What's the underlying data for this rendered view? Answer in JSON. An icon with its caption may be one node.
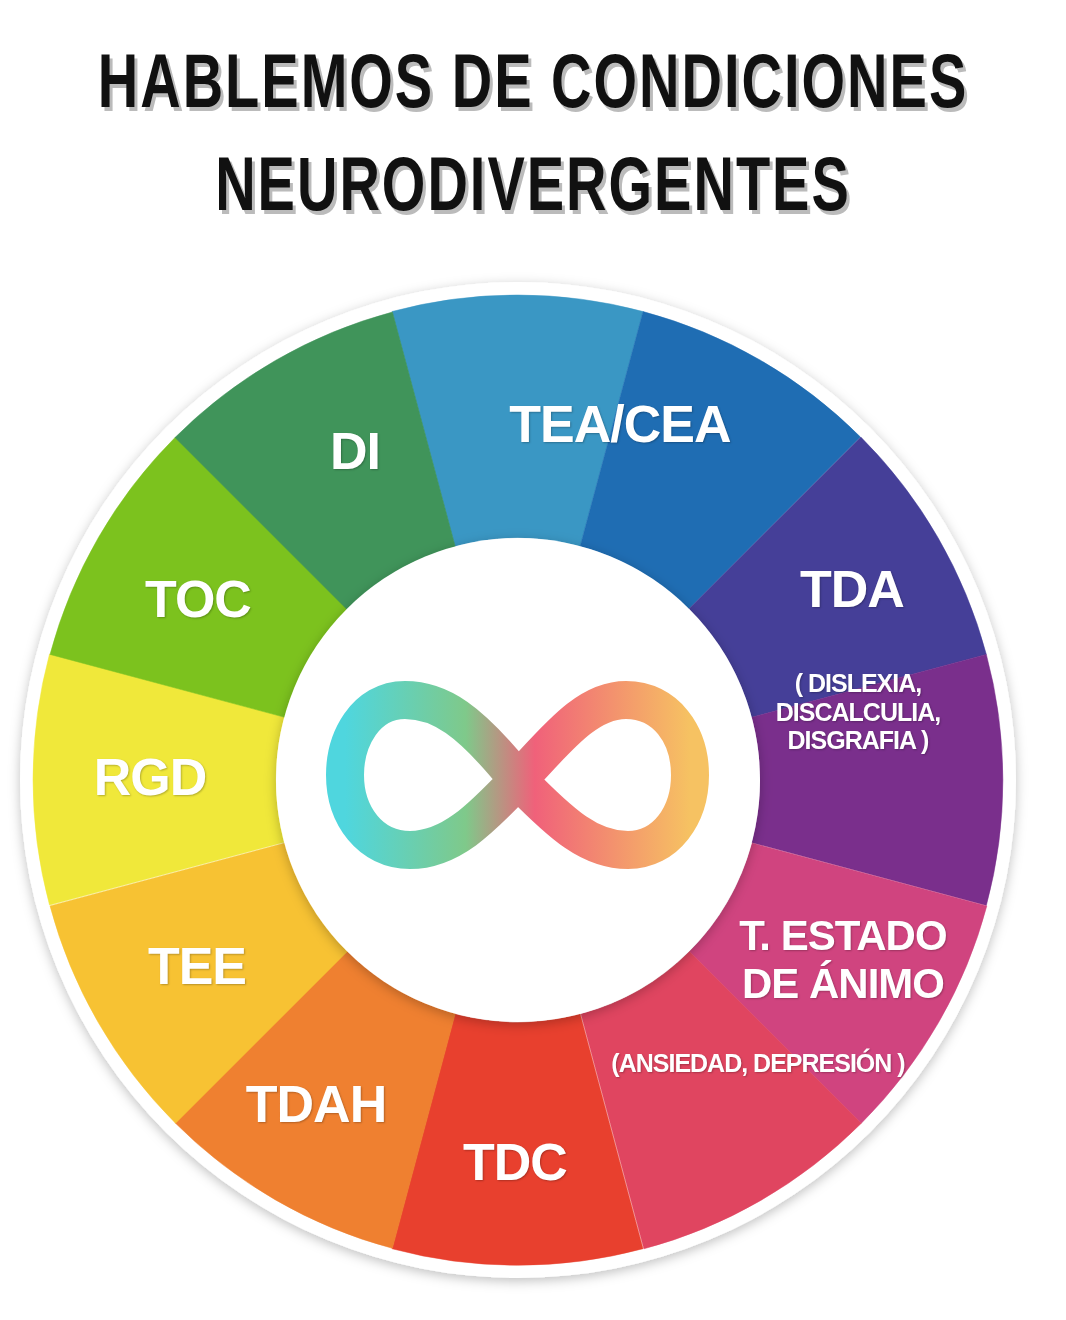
{
  "diagram": {
    "title": "HABLEMOS DE CONDICIONES NEURODIVERGENTES",
    "nodes": [
      {
        "text": [
          "TEA/CEA"
        ]
      },
      {
        "text": [
          "TDA",
          "( DISLEXIA, DISCALCULIA, DISGRAFIA )"
        ]
      },
      {
        "text": [
          "T. ESTADO DE ÁNIMO",
          "(ANSIEDAD, DEPRESIÓN )"
        ]
      },
      {
        "text": [
          "TDC"
        ]
      },
      {
        "text": [
          "TDAH"
        ]
      },
      {
        "text": [
          "TEE"
        ]
      },
      {
        "text": [
          "RGD"
        ]
      },
      {
        "text": [
          "TOC"
        ]
      },
      {
        "text": [
          "DI"
        ]
      }
    ],
    "edges": []
  }
}
